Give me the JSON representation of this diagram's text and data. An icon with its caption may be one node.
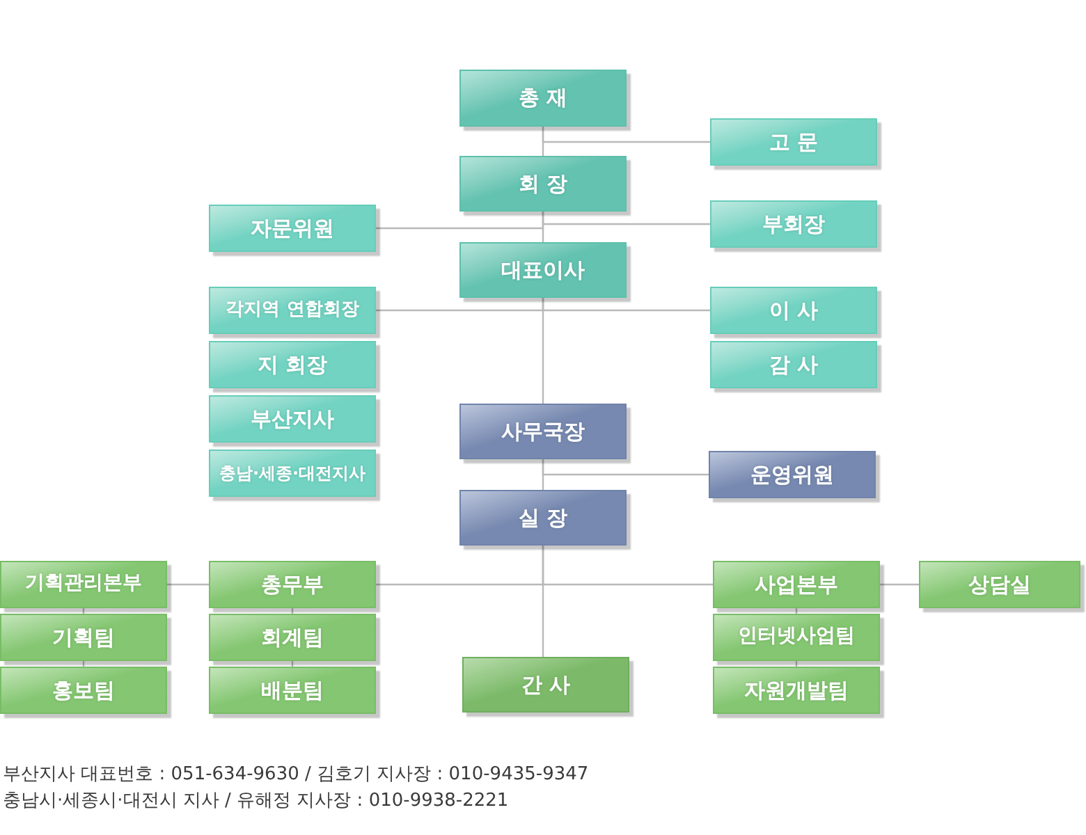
{
  "diagram": {
    "nodes": [
      {
        "text": [
          "총 재"
        ]
      },
      {
        "text": [
          "고 문"
        ]
      },
      {
        "text": [
          "회 장"
        ]
      },
      {
        "text": [
          "자문위원"
        ]
      },
      {
        "text": [
          "부회장"
        ]
      },
      {
        "text": [
          "대표이사"
        ]
      },
      {
        "text": [
          "각지역 연합회장"
        ]
      },
      {
        "text": [
          "이 사"
        ]
      },
      {
        "text": [
          "지 회장"
        ]
      },
      {
        "text": [
          "감 사"
        ]
      },
      {
        "text": [
          "부산지사"
        ]
      },
      {
        "text": [
          "충남·세종·대전지사"
        ]
      },
      {
        "text": [
          "사무국장"
        ]
      },
      {
        "text": [
          "운영위원"
        ]
      },
      {
        "text": [
          "실 장"
        ]
      },
      {
        "text": [
          "기획관리본부"
        ]
      },
      {
        "text": [
          "총무부"
        ]
      },
      {
        "text": [
          "사업본부"
        ]
      },
      {
        "text": [
          "상담실"
        ]
      },
      {
        "text": [
          "기획팀"
        ]
      },
      {
        "text": [
          "회계팀"
        ]
      },
      {
        "text": [
          "인터넷사업팀"
        ]
      },
      {
        "text": [
          "홍보팀"
        ]
      },
      {
        "text": [
          "배분팀"
        ]
      },
      {
        "text": [
          "자원개발팀"
        ]
      },
      {
        "text": [
          "간 사"
        ]
      }
    ],
    "edges": [
      {
        "from": 0,
        "to": 2,
        "arrow": "none"
      },
      {
        "from": 0,
        "to": 1,
        "arrow": "none"
      },
      {
        "from": 2,
        "to": 5,
        "arrow": "none"
      },
      {
        "from": 2,
        "to": 3,
        "arrow": "none"
      },
      {
        "from": 2,
        "to": 4,
        "arrow": "none"
      },
      {
        "from": 5,
        "to": 12,
        "arrow": "none"
      },
      {
        "from": 5,
        "to": 6,
        "arrow": "none"
      },
      {
        "from": 5,
        "to": 7,
        "arrow": "none"
      },
      {
        "from": 12,
        "to": 14,
        "arrow": "none"
      },
      {
        "from": 12,
        "to": 13,
        "arrow": "none"
      },
      {
        "from": 14,
        "to": 25,
        "arrow": "none"
      },
      {
        "from": 14,
        "to": 16,
        "arrow": "none"
      },
      {
        "from": 16,
        "to": 15,
        "arrow": "none"
      },
      {
        "from": 14,
        "to": 17,
        "arrow": "none"
      },
      {
        "from": 17,
        "to": 18,
        "arrow": "none"
      },
      {
        "from": 15,
        "to": 19,
        "arrow": "none"
      },
      {
        "from": 19,
        "to": 22,
        "arrow": "none"
      },
      {
        "from": 16,
        "to": 20,
        "arrow": "none"
      },
      {
        "from": 20,
        "to": 23,
        "arrow": "none"
      },
      {
        "from": 17,
        "to": 21,
        "arrow": "none"
      },
      {
        "from": 21,
        "to": 24,
        "arrow": "none"
      }
    ],
    "labels": [
      "부산지사 대표번호 : 051-634-9630 / 김호기 지사장 : 010-9435-9347",
      "충남시·세종시·대전시 지사 / 유해정 지사장 : 010-9938-2221"
    ]
  }
}
